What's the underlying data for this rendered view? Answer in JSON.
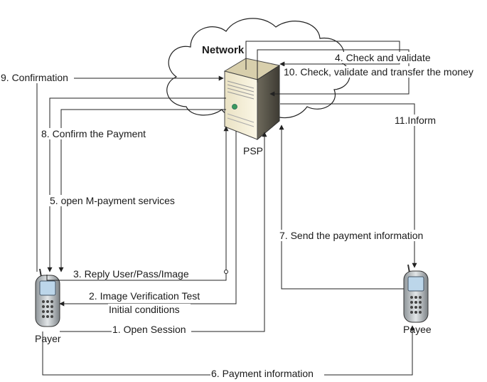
{
  "nodes": {
    "network": "Network",
    "psp": "PSP",
    "payer": "Payer",
    "payee": "Payee"
  },
  "messages": {
    "m1": "1. Open Session",
    "m2a": "2. Image Verification Test",
    "m2b": "Initial  conditions",
    "m3": "3. Reply User/Pass/Image",
    "m4": "4. Check and validate",
    "m5": "5. open M-payment services",
    "m6": "6. Payment information",
    "m7": "7. Send the payment information",
    "m8": "8. Confirm the Payment",
    "m9": "9. Confirmation",
    "m10": "10. Check, validate and transfer the money",
    "m11": "11.Inform"
  }
}
